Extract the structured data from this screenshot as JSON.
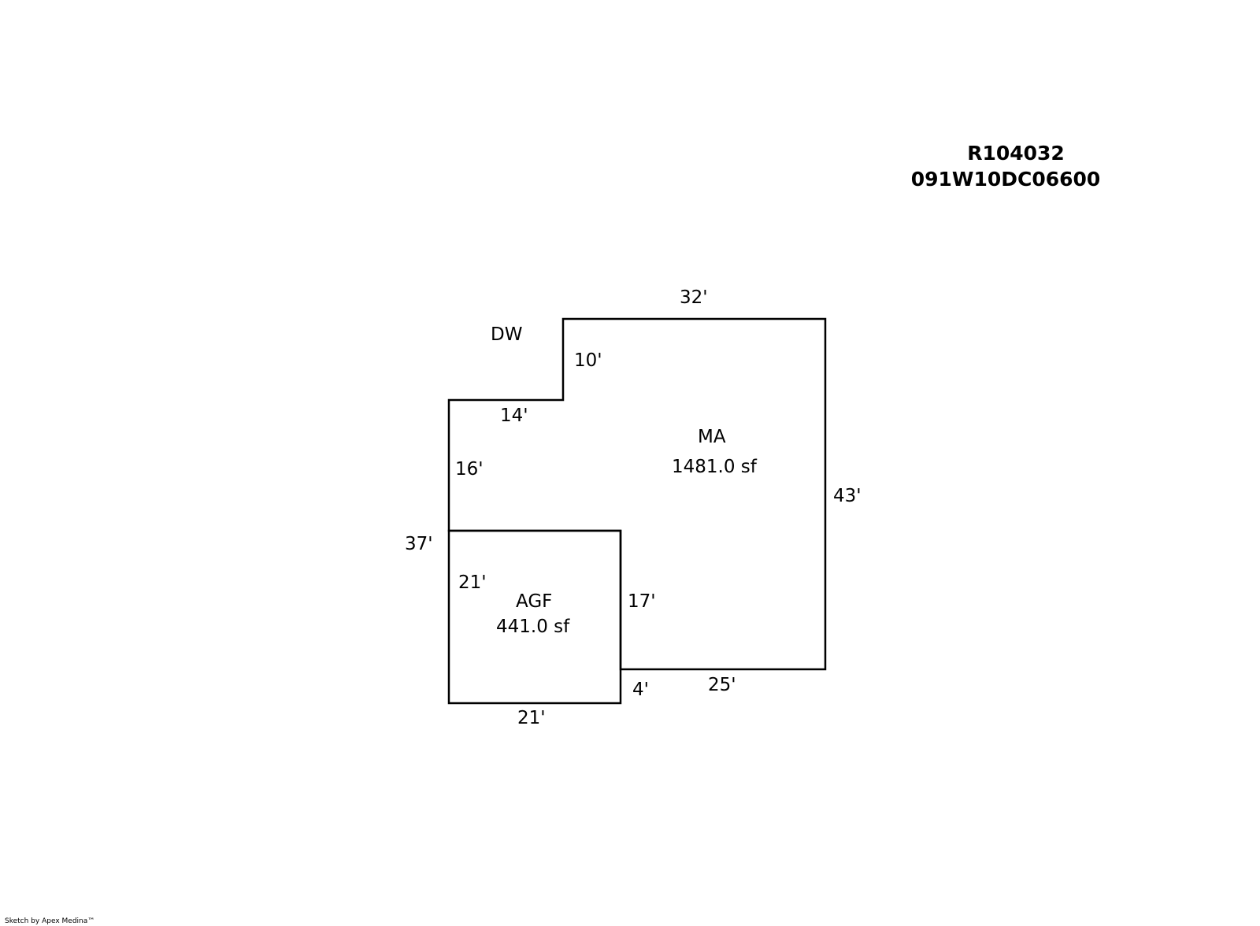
{
  "header": {
    "account_id": "R104032",
    "parcel_id": "091W10DC06600"
  },
  "sketch": {
    "areas": [
      {
        "code": "MA",
        "area": "1481.0 sf"
      },
      {
        "code": "AGF",
        "area": "441.0 sf"
      }
    ],
    "labels": {
      "dw": "DW"
    },
    "dimensions": {
      "ma_top": "32'",
      "ma_step_vertical": "10'",
      "ma_step_horizontal": "14'",
      "ma_left_upper": "16'",
      "ma_right": "43'",
      "ma_bottom": "25'",
      "ma_inner_vertical": "17'",
      "ma_inner_horizontal": "4'",
      "overall_left": "37'",
      "agf_left": "21'",
      "agf_bottom": "21'"
    }
  },
  "footer": {
    "credit": "Sketch by Apex Medina™"
  }
}
